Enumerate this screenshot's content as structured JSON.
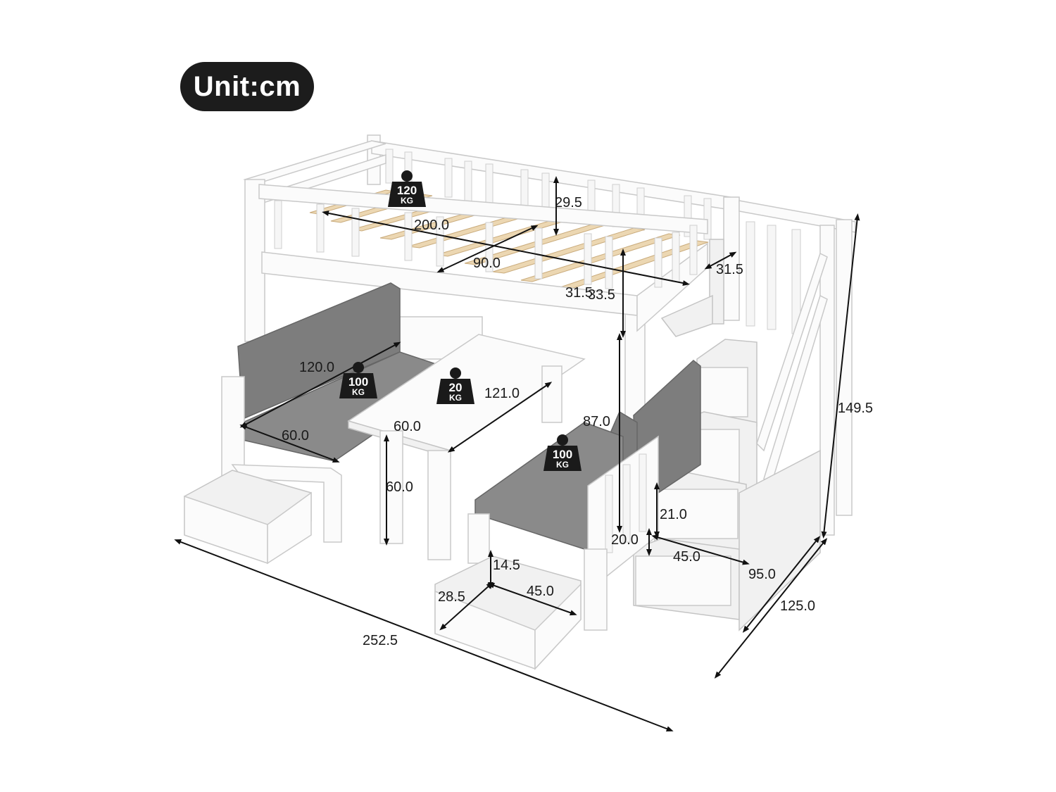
{
  "unit_label": "Unit:cm",
  "dimensions": {
    "guard_height": "29.5",
    "bed_length": "200.0",
    "bed_width": "90.0",
    "side_gap": "31.5",
    "rail_a": "31.5",
    "rail_b": "33.5",
    "sofa_length": "120.0",
    "sofa_depth": "60.0",
    "table_length": "121.0",
    "table_width": "60.0",
    "table_height": "60.0",
    "under_bed_clearance": "87.0",
    "total_height": "149.5",
    "step_height": "21.0",
    "bottom_gap": "20.0",
    "step_depth": "45.0",
    "stair_length": "95.0",
    "total_depth": "125.0",
    "drawer_height": "14.5",
    "drawer_depth": "28.5",
    "drawer_width": "45.0",
    "total_length": "252.5"
  },
  "weights": [
    {
      "value": "120",
      "unit": "KG"
    },
    {
      "value": "100",
      "unit": "KG"
    },
    {
      "value": "20",
      "unit": "KG"
    },
    {
      "value": "100",
      "unit": "KG"
    }
  ],
  "colors": {
    "badge": "#1c1c1c",
    "frame": "#fbfbfb",
    "cushion": "#7d7d7d",
    "wood_slats": "#ecd7b2"
  }
}
